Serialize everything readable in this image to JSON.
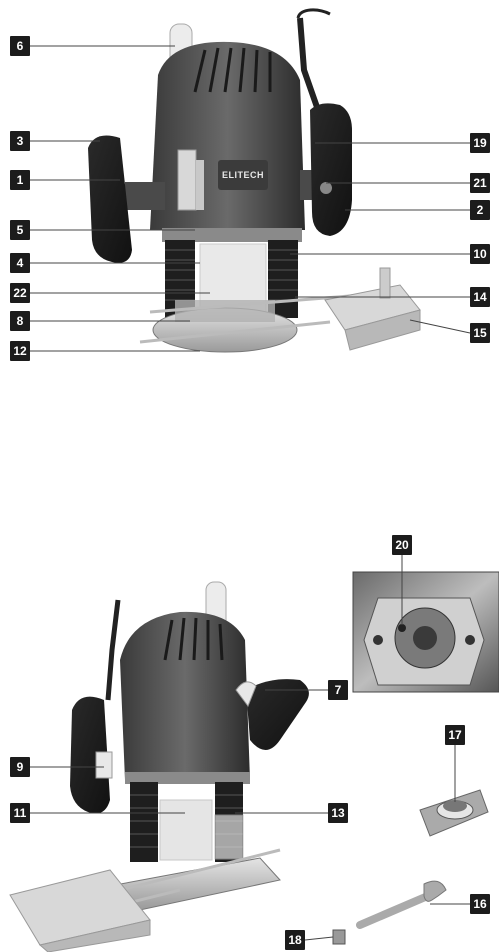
{
  "brand": "ELITECH",
  "callouts": [
    "6",
    "3",
    "19",
    "1",
    "21",
    "2",
    "5",
    "10",
    "4",
    "22",
    "14",
    "8",
    "15",
    "12",
    "20",
    "7",
    "17",
    "9",
    "11",
    "13",
    "16",
    "18"
  ]
}
